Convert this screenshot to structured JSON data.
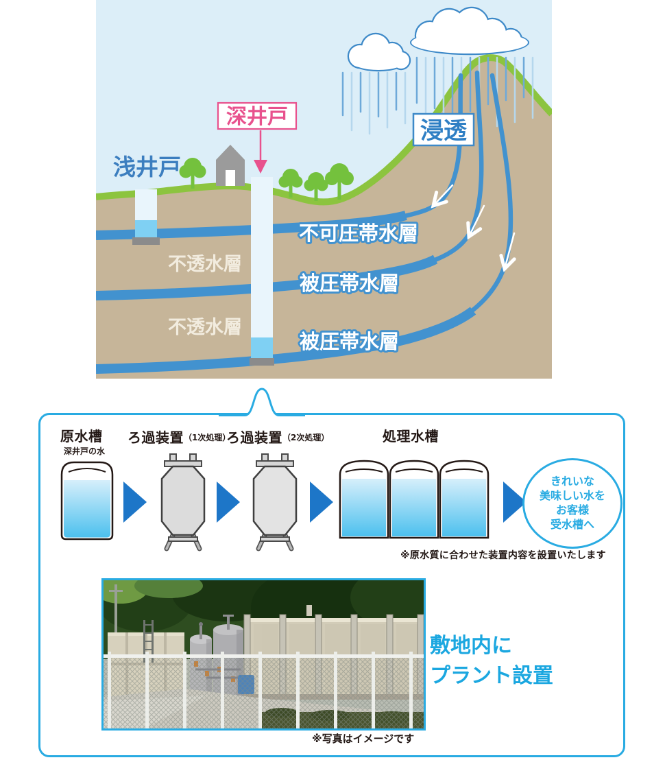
{
  "illustration": {
    "labels": {
      "shallow_well": "浅井戸",
      "deep_well": "深井戸",
      "permeation": "浸透",
      "unconfined_aquifer": "不可圧帯水層",
      "impermeable_layer_1": "不透水層",
      "confined_aquifer_1": "被圧帯水層",
      "impermeable_layer_2": "不透水層",
      "confined_aquifer_2": "被圧帯水層"
    },
    "colors": {
      "sky": "#dceef8",
      "ground": "#c6b599",
      "grass": "#8cc43f",
      "tree": "#74c13d",
      "water_layer": "#4292cf",
      "well_water": "#7fd0f3",
      "deep_well_pink": "#e8518d",
      "label_blue": "#3c7ebf"
    }
  },
  "process_panel": {
    "steps": [
      {
        "title": "原水槽",
        "subtitle": "深井戸の水"
      },
      {
        "title": "ろ過装置",
        "qualifier": "（1次処理）"
      },
      {
        "title": "ろ過装置",
        "qualifier": "（2次処理）"
      },
      {
        "title": "処理水槽"
      }
    ],
    "result_bubble": {
      "lines": [
        "きれいな",
        "美味しい水を",
        "お客様",
        "受水槽へ"
      ]
    },
    "equipment_note": "※原水質に合わせた装置内容を設置いたします",
    "photo_heading": {
      "line1": "敷地内に",
      "line2": "プラント設置"
    },
    "photo_caption": "※写真はイメージです",
    "colors": {
      "panel_border": "#29abe2",
      "flow_arrow": "#1d76c8",
      "heading_cyan": "#1ba7e0"
    }
  }
}
